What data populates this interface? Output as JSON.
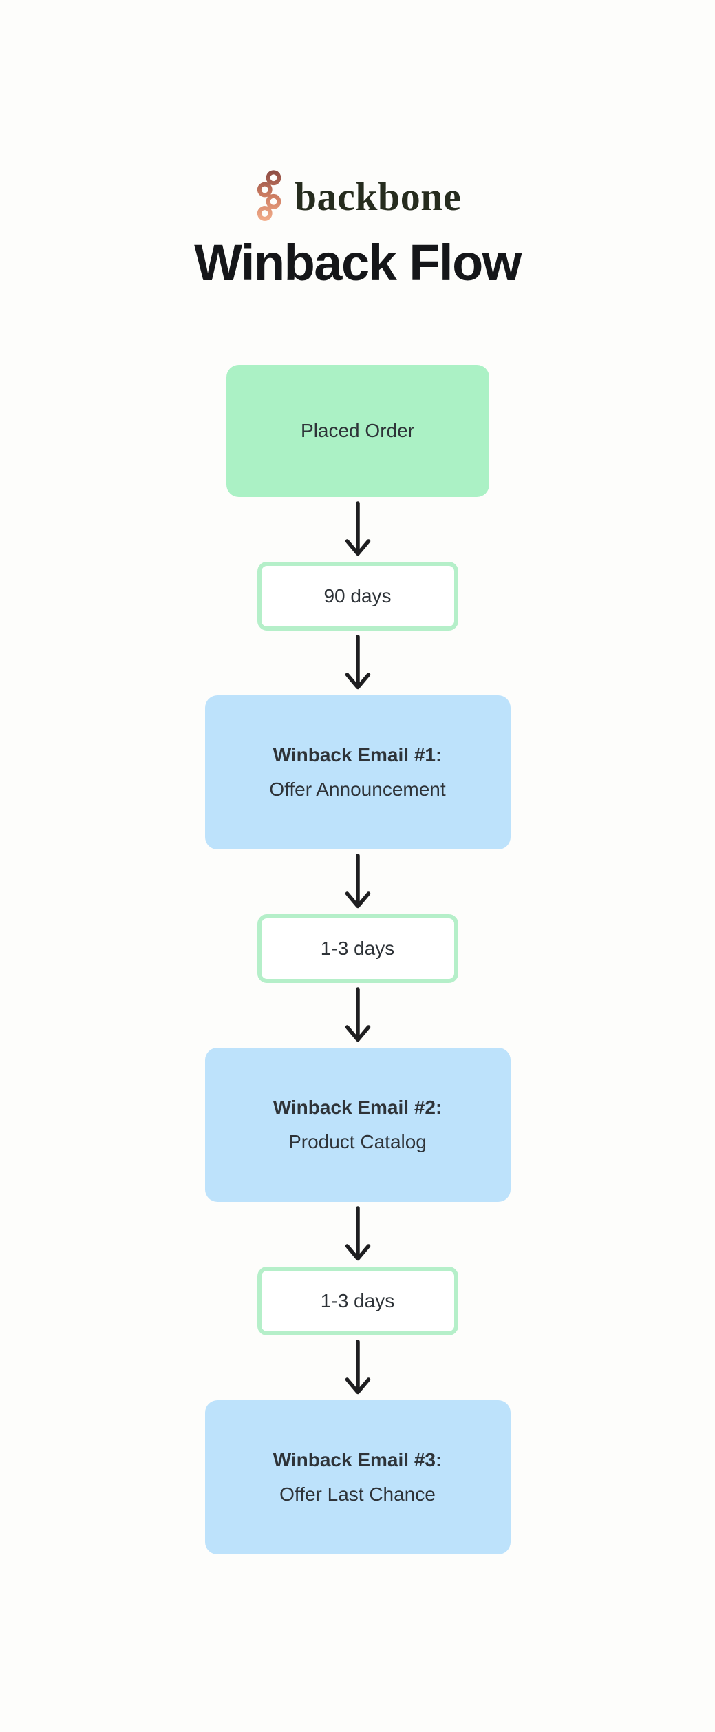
{
  "logo": {
    "brand": "backbone",
    "icon": "spine-squiggle-icon",
    "icon_gradient_top": "#8a4a42",
    "icon_gradient_mid": "#cd7d62",
    "icon_gradient_bottom": "#f4af8c",
    "brand_text_color": "#262c1e"
  },
  "title": "Winback Flow",
  "flow": {
    "nodes": {
      "placed_order": {
        "type": "event",
        "label": "Placed Order"
      },
      "delay_1": {
        "type": "delay",
        "label": "90 days"
      },
      "email_1": {
        "type": "email",
        "title": "Winback Email #1:",
        "subtitle": "Offer Announcement"
      },
      "delay_2": {
        "type": "delay",
        "label": "1-3 days"
      },
      "email_2": {
        "type": "email",
        "title": "Winback Email #2:",
        "subtitle": "Product Catalog"
      },
      "delay_3": {
        "type": "delay",
        "label": "1-3 days"
      },
      "email_3": {
        "type": "email",
        "title": "Winback Email #3:",
        "subtitle": "Offer Last Chance"
      }
    }
  },
  "colors": {
    "background": "#fdfdfb",
    "event_fill": "#abf1c5",
    "delay_border": "#b5efc9",
    "delay_fill": "#ffffff",
    "email_fill": "#bde2fb",
    "arrow": "#1e1e20",
    "box_text": "#2e3338",
    "title_text": "#151619"
  }
}
